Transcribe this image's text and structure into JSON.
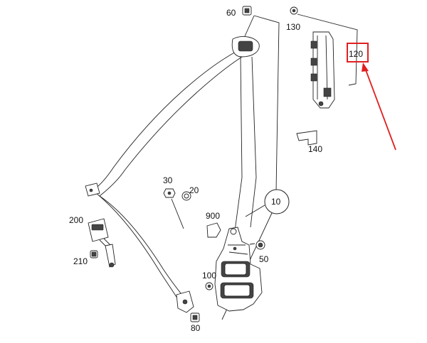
{
  "callouts": {
    "p60": "60",
    "p130": "130",
    "p120": "120",
    "p140": "140",
    "p30": "30",
    "p20": "20",
    "p10": "10",
    "p900": "900",
    "p200": "200",
    "p50": "50",
    "p210": "210",
    "p100": "100",
    "p80": "80"
  },
  "highlight": {
    "part": "120",
    "color": "#e02020"
  }
}
